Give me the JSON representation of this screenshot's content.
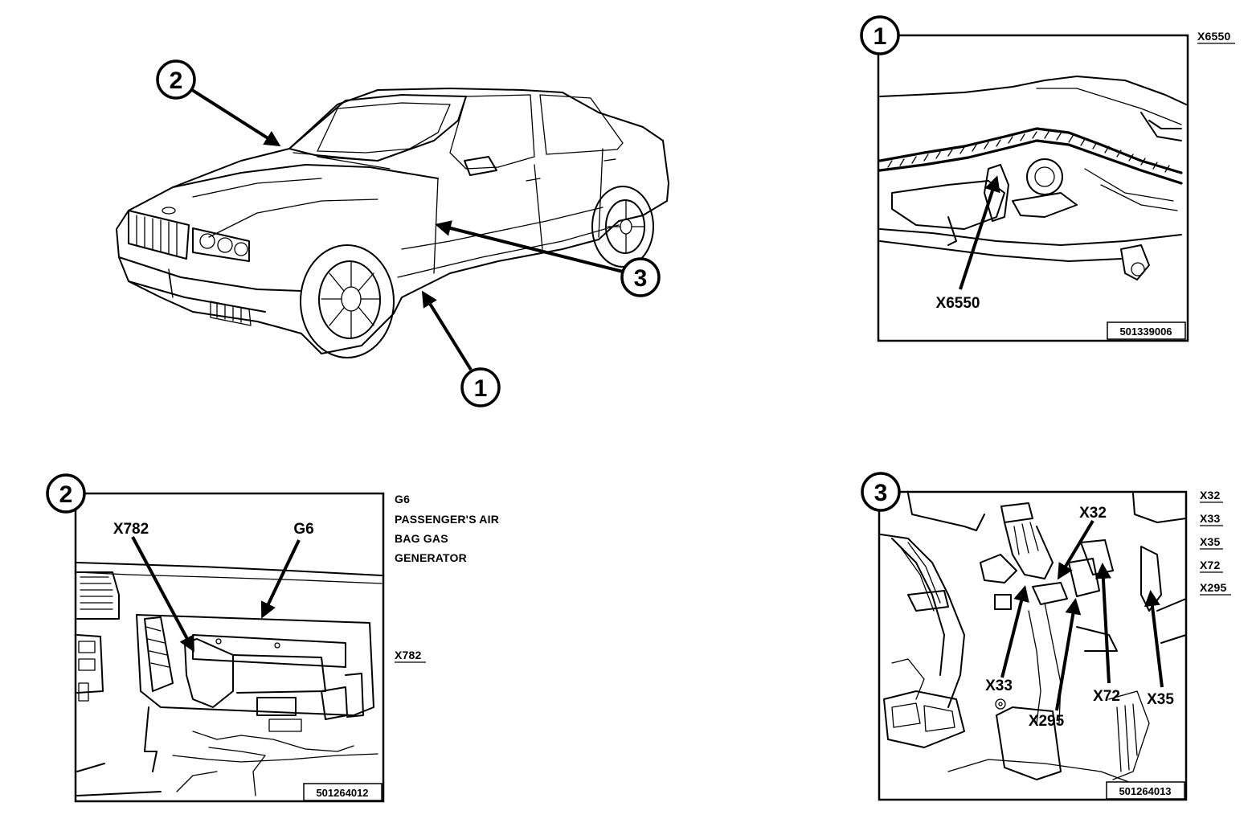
{
  "overview": {
    "callouts": [
      "1",
      "2",
      "3"
    ]
  },
  "panel1": {
    "number": "1",
    "side_label": "X6550",
    "label": "X6550",
    "code": "501339006"
  },
  "panel2": {
    "number": "2",
    "side_labels": [
      "G6",
      "PASSENGER'S AIR",
      "BAG GAS",
      "GENERATOR"
    ],
    "side_connector": "X782",
    "labels": {
      "connector": "X782",
      "generator": "G6"
    },
    "code": "501264012"
  },
  "panel3": {
    "number": "3",
    "side_labels": [
      "X32",
      "X33",
      "X35",
      "X72",
      "X295"
    ],
    "labels": {
      "x32": "X32",
      "x33": "X33",
      "x295": "X295",
      "x72": "X72",
      "x35": "X35"
    },
    "code": "501264013"
  }
}
